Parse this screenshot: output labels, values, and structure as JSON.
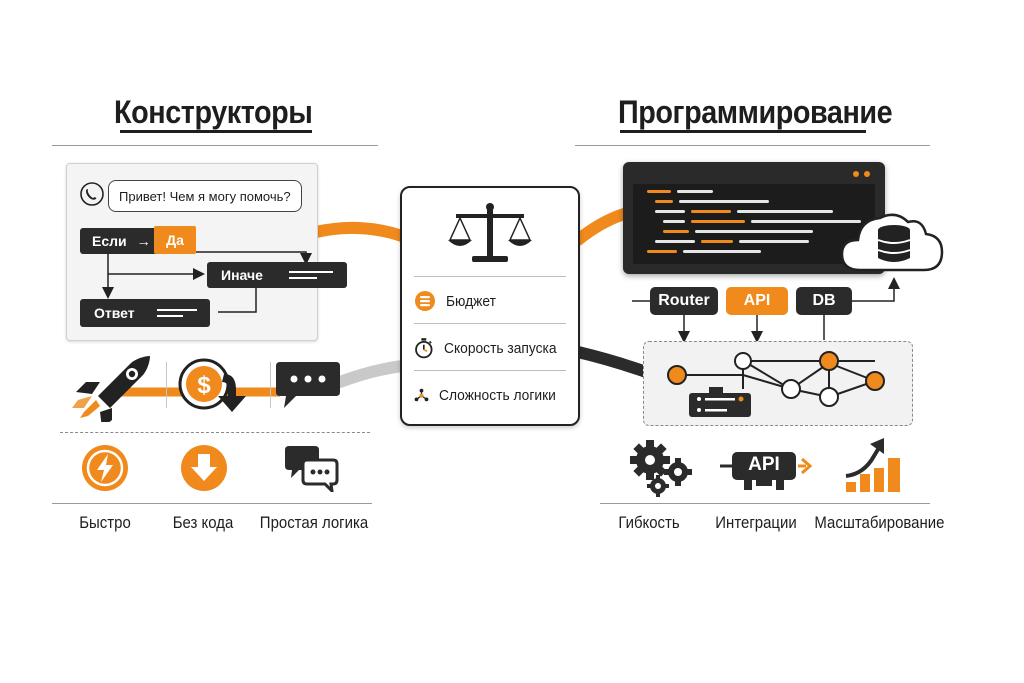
{
  "left": {
    "title": "Конструкторы",
    "chat_greeting": "Привет! Чем я могу помочь?",
    "flow": {
      "if_label": "Если",
      "arrow": "→",
      "yes_label": "Да",
      "else_label": "Иначе",
      "answer_label": "Ответ"
    },
    "features": [
      {
        "icon": "lightning-icon",
        "label": "Быстро"
      },
      {
        "icon": "no-code-download-icon",
        "label": "Без кода"
      },
      {
        "icon": "chat-bubbles-icon",
        "label": "Простая логика"
      }
    ]
  },
  "criteria": {
    "icon": "scales-icon",
    "items": [
      {
        "icon": "coins-icon",
        "label": "Бюджет"
      },
      {
        "icon": "stopwatch-icon",
        "label": "Скорость запуска"
      },
      {
        "icon": "network-icon",
        "label": "Сложность логики"
      }
    ]
  },
  "right": {
    "title": "Программирование",
    "stack": {
      "router": "Router",
      "api": "API",
      "db": "DB"
    },
    "api_badge": "API",
    "features": [
      {
        "icon": "gears-icon",
        "label": "Гибкость"
      },
      {
        "icon": "api-plug-icon",
        "label": "Интеграции"
      },
      {
        "icon": "growth-chart-icon",
        "label": "Масштабирование"
      }
    ]
  },
  "colors": {
    "accent": "#f08a1c",
    "dark": "#2b2b2b",
    "gray": "#cfcfcf"
  }
}
